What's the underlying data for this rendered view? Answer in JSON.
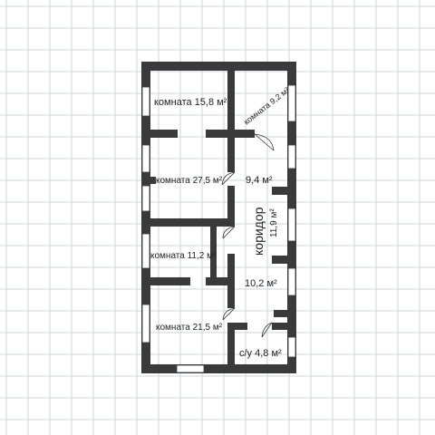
{
  "colors": {
    "background": "#ffffff",
    "grid": "#cfd3da",
    "wall": "#3a3a3a",
    "window": "#ffffff",
    "text": "#222222"
  },
  "rooms": {
    "r1": "комната 15,8 м²",
    "r2": "комната 9,2 м²",
    "r3": "комната 27,5 м²",
    "r4": "9,4 м²",
    "r5": "коридор",
    "r6": "11,9 м²",
    "r7": "комната 11,2 м²",
    "r8": "10,2 м²",
    "r9": "комната 21,5 м²",
    "r10": "с/у 4,8 м²"
  }
}
